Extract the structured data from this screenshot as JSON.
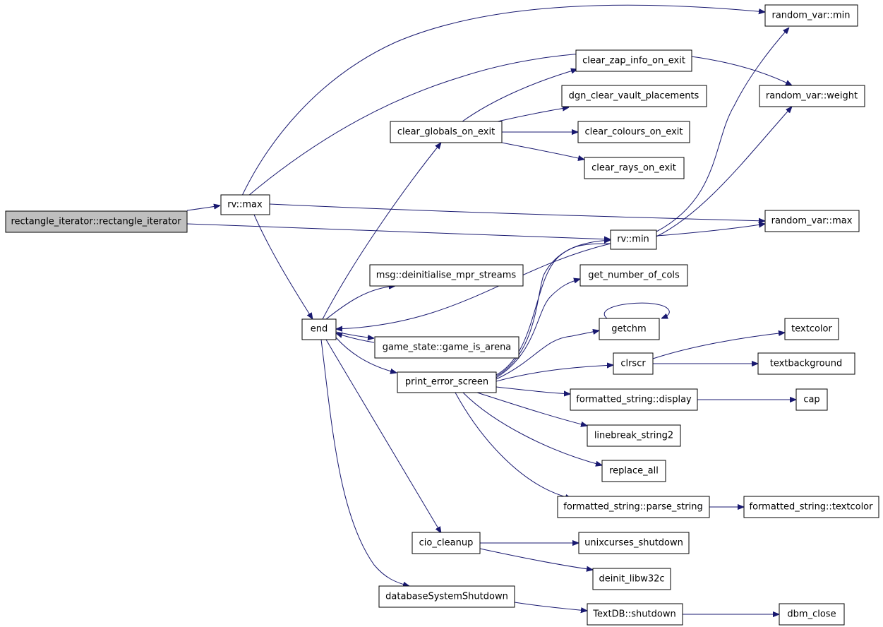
{
  "colors": {
    "edge": "#191970",
    "root_fill": "#bfbfbf",
    "node_fill": "#ffffff",
    "node_border": "#000000"
  },
  "nodes": {
    "rect_iter": "rectangle_iterator::rectangle_iterator",
    "rv_max": "rv::max",
    "end": "end",
    "rv_min": "rv::min",
    "random_var_min": "random_var::min",
    "random_var_weight": "random_var::weight",
    "random_var_max": "random_var::max",
    "clear_zap": "clear_zap_info_on_exit",
    "dgn_clear": "dgn_clear_vault_placements",
    "clear_globals": "clear_globals_on_exit",
    "clear_colours": "clear_colours_on_exit",
    "clear_rays": "clear_rays_on_exit",
    "msg_deinit": "msg::deinitialise_mpr_streams",
    "get_cols": "get_number_of_cols",
    "getchm": "getchm",
    "game_arena": "game_state::game_is_arena",
    "textcolor": "textcolor",
    "clrscr": "clrscr",
    "textbackground": "textbackground",
    "print_error": "print_error_screen",
    "fs_display": "formatted_string::display",
    "cap": "cap",
    "linebreak": "linebreak_string2",
    "replace_all": "replace_all",
    "fs_parse": "formatted_string::parse_string",
    "fs_textcolor": "formatted_string::textcolor",
    "cio_cleanup": "cio_cleanup",
    "unixcurses": "unixcurses_shutdown",
    "deinit_libw32c": "deinit_libw32c",
    "db_shutdown": "databaseSystemShutdown",
    "textdb_shutdown": "TextDB::shutdown",
    "dbm_close": "dbm_close"
  }
}
